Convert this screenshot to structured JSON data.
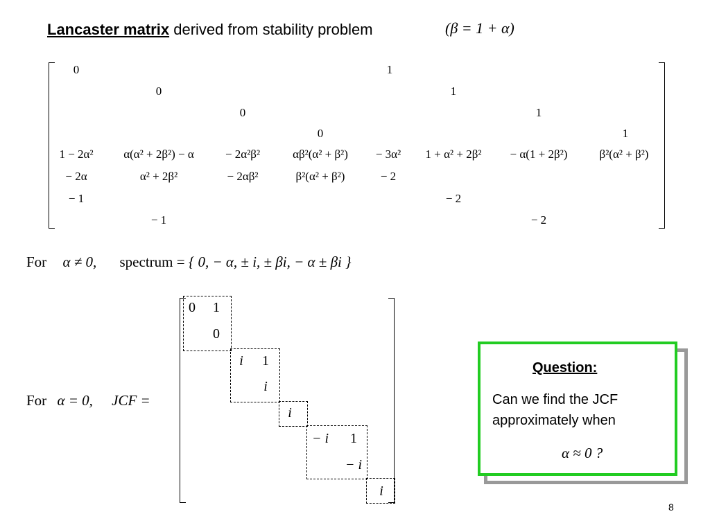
{
  "title": {
    "bold_part": "Lancaster matrix",
    "rest": "derived from stability problem",
    "beta_relation": "(β = 1 + α)"
  },
  "matrix": {
    "rows": [
      [
        "0",
        "1"
      ],
      [
        "0",
        "1"
      ],
      [
        "0",
        "1"
      ],
      [
        "0",
        "1"
      ],
      [
        "1 − 2α²",
        "α(α² + 2β²) − α",
        "− 2α²β²",
        "αβ²(α² + β²)",
        "− 3α²",
        "1 + α² + 2β²",
        "− α(1 + 2β²)",
        "β²(α² + β²)"
      ],
      [
        "− 2α",
        "α² + 2β²",
        "− 2αβ²",
        "β²(α² + β²)",
        "− 2"
      ],
      [
        "− 1",
        "− 2"
      ],
      [
        "− 1",
        "− 2"
      ]
    ]
  },
  "spectrum_line": {
    "for": "For",
    "condition": "α ≠ 0,",
    "label": "spectrum =",
    "value": "{ 0, − α,  ± i,  ± βi,  − α ± βi }"
  },
  "jcf_line": {
    "for": "For",
    "condition": "α = 0,",
    "label": "JCF  ="
  },
  "jcf": {
    "entries": [
      "0",
      "1",
      "0",
      "i",
      "1",
      "i",
      "i",
      "− i",
      "1",
      "− i",
      "i"
    ]
  },
  "question": {
    "heading": "Question:",
    "body": "Can we find the JCF approximately when",
    "formula": "α ≈ 0 ?"
  },
  "page_number": "8",
  "colors": {
    "question_border": "#22cc22",
    "question_shadow": "#999999"
  }
}
